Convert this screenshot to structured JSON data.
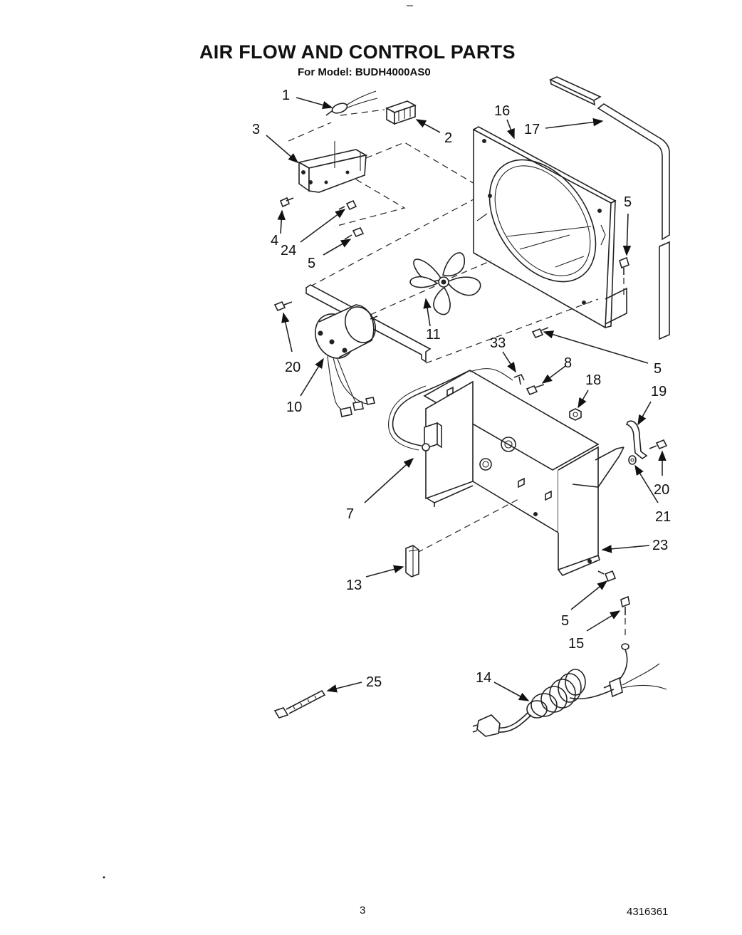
{
  "header": {
    "title": "AIR FLOW AND CONTROL PARTS",
    "subtitle": "For Model: BUDH4000AS0"
  },
  "callouts": {
    "c1": "1",
    "c2": "2",
    "c3": "3",
    "c4": "4",
    "c24": "24",
    "c5a": "5",
    "c16": "16",
    "c17": "17",
    "c5b": "5",
    "c11": "11",
    "c20a": "20",
    "c10": "10",
    "c5c": "5",
    "c33": "33",
    "c8": "8",
    "c18": "18",
    "c19": "19",
    "c20b": "20",
    "c21": "21",
    "c7": "7",
    "c23": "23",
    "c13": "13",
    "c5d": "5",
    "c15": "15",
    "c14": "14",
    "c25": "25"
  },
  "footer": {
    "page_number": "3",
    "document_number": "4316361"
  }
}
